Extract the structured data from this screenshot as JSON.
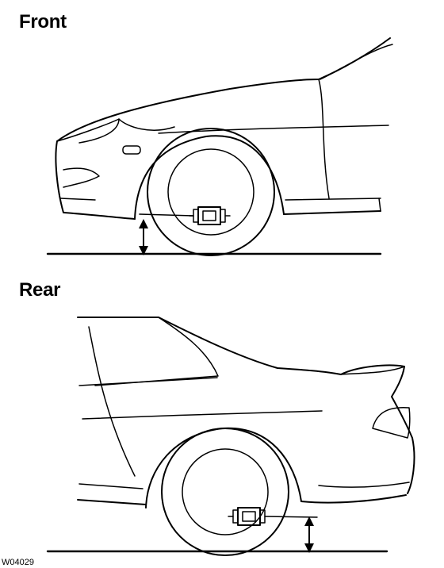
{
  "labels": {
    "front": "Front",
    "rear": "Rear",
    "figure_code": "W04029"
  }
}
